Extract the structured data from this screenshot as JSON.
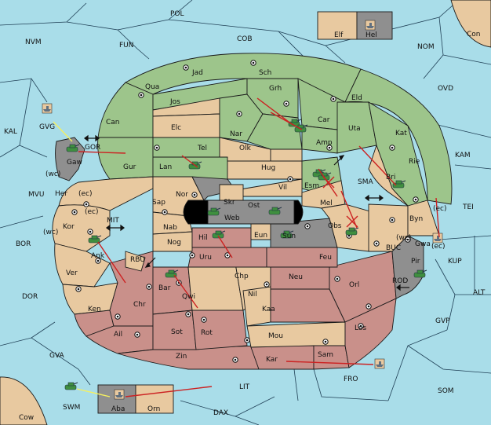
{
  "colors": {
    "sea": "#a9dde9",
    "neutral": "#e8c9a0",
    "green": "#9dc58b",
    "red": "#c9908a",
    "gray": "#8f8f8f",
    "black": "#000000",
    "order_arrow": "#cc2222",
    "support_arrow": "#f5f060",
    "army_icon": "#3f8f3f",
    "fleet_icon": "#607080"
  },
  "sea_labels": {
    "pol": "POL",
    "nvm": "NVM",
    "fun": "FUN",
    "cob": "COB",
    "nom": "NOM",
    "con": "Con",
    "ovd": "OVD",
    "kam": "KAM",
    "tei": "TEI",
    "kal": "KAL",
    "mvu": "MVU",
    "bor": "BOR",
    "dor": "DOR",
    "gva": "GVA",
    "cow": "Cow",
    "swm": "SWM",
    "lit": "LIT",
    "dax": "DAX",
    "som": "SOM",
    "gvp": "GVP",
    "alt": "ALT",
    "kup": "KUP",
    "fro": "FRO",
    "buc": "BUC",
    "rod": "ROD",
    "rbu": "RBU",
    "mit": "MIT",
    "sma": "SMA",
    "gor": "GOR",
    "gvg": "GVG"
  },
  "land_labels": {
    "elf": "Elf",
    "hel": "Hel",
    "jad": "Jad",
    "sch": "Sch",
    "qua": "Qua",
    "jos": "Jos",
    "grh": "Grh",
    "eld": "Eld",
    "can": "Can",
    "elc": "Elc",
    "nar": "Nar",
    "car": "Car",
    "uta": "Uta",
    "kat": "Kat",
    "tel": "Tel",
    "olk": "Olk",
    "amp": "Amp",
    "gur": "Gur",
    "lan": "Lan",
    "hug": "Hug",
    "bri": "Bri",
    "rie": "Rie",
    "gaw": "Gaw",
    "wc": "(wc)",
    "ec": "(ec)",
    "her": "Her",
    "nor": "Nor",
    "skr": "Skr",
    "vil": "Vil",
    "esm": "Esm",
    "sap": "Sap",
    "ost": "Ost",
    "web": "Web",
    "mel": "Mel",
    "byn": "Byn",
    "kor": "Kor",
    "nab": "Nab",
    "eun": "Eun",
    "obs": "Obs",
    "gwa": "Gwa",
    "hil": "Hil",
    "sun": "Sun",
    "nog": "Nog",
    "ank": "Ank",
    "uru": "Uru",
    "feu": "Feu",
    "pir": "Pir",
    "ver": "Ver",
    "chp": "Chp",
    "neu": "Neu",
    "bar": "Bar",
    "qwi": "Qwi",
    "orl": "Orl",
    "nil": "Nil",
    "ken": "Ken",
    "chr": "Chr",
    "kaa": "Kaa",
    "ail": "Ail",
    "sot": "Sot",
    "rot": "Rot",
    "mou": "Mou",
    "los": "Los",
    "zin": "Zin",
    "kar": "Kar",
    "sam": "Sam",
    "aba": "Aba",
    "orn": "Orn"
  }
}
